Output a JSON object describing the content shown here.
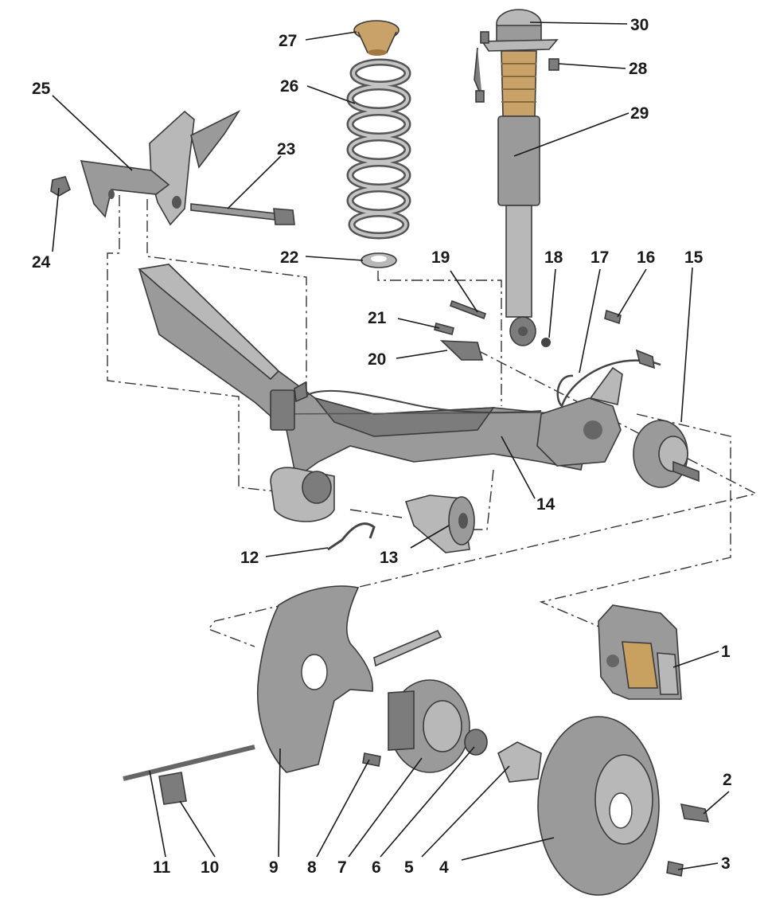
{
  "callouts": [
    {
      "id": "1",
      "text": "1"
    },
    {
      "id": "2",
      "text": "2"
    },
    {
      "id": "3",
      "text": "3"
    },
    {
      "id": "4",
      "text": "4"
    },
    {
      "id": "5",
      "text": "5"
    },
    {
      "id": "6",
      "text": "6"
    },
    {
      "id": "7",
      "text": "7"
    },
    {
      "id": "8",
      "text": "8"
    },
    {
      "id": "9",
      "text": "9"
    },
    {
      "id": "10",
      "text": "10"
    },
    {
      "id": "11",
      "text": "11"
    },
    {
      "id": "12",
      "text": "12"
    },
    {
      "id": "13",
      "text": "13"
    },
    {
      "id": "14",
      "text": "14"
    },
    {
      "id": "15",
      "text": "15"
    },
    {
      "id": "16",
      "text": "16"
    },
    {
      "id": "17",
      "text": "17"
    },
    {
      "id": "18",
      "text": "18"
    },
    {
      "id": "19",
      "text": "19"
    },
    {
      "id": "20",
      "text": "20"
    },
    {
      "id": "21",
      "text": "21"
    },
    {
      "id": "22",
      "text": "22"
    },
    {
      "id": "23",
      "text": "23"
    },
    {
      "id": "24",
      "text": "24"
    },
    {
      "id": "25",
      "text": "25"
    },
    {
      "id": "26",
      "text": "26"
    },
    {
      "id": "27",
      "text": "27"
    },
    {
      "id": "28",
      "text": "28"
    },
    {
      "id": "29",
      "text": "29"
    },
    {
      "id": "30",
      "text": "30"
    }
  ],
  "colors": {
    "metal": "#9a9a9a",
    "bronze": "#c9a26a",
    "pad": "#c8a060",
    "line": "#1a1a1a"
  }
}
